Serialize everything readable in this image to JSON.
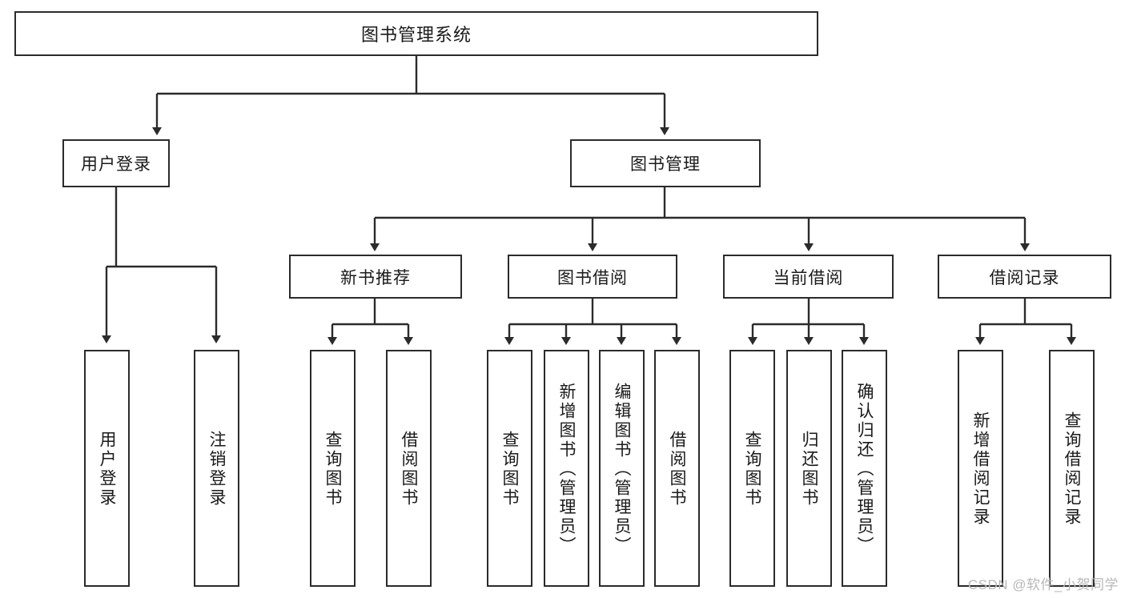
{
  "diagram": {
    "title": "图书管理系统",
    "type": "tree-hierarchy-diagram",
    "colors": {
      "stroke": "#2b2b2b",
      "fill": "#ffffff",
      "text": "#1a1a1a",
      "watermark": "#b8b8b8"
    },
    "root": {
      "label": "图书管理系统"
    },
    "level1": [
      {
        "label": "用户登录"
      },
      {
        "label": "图书管理"
      }
    ],
    "level2": [
      {
        "label": "新书推荐"
      },
      {
        "label": "图书借阅"
      },
      {
        "label": "当前借阅"
      },
      {
        "label": "借阅记录"
      }
    ],
    "leaves": {
      "user_login": [
        {
          "label": "用户登录"
        },
        {
          "label": "注销登录"
        }
      ],
      "new_book_recommend": [
        {
          "label": "查询图书"
        },
        {
          "label": "借阅图书"
        }
      ],
      "book_borrow": [
        {
          "label": "查询图书"
        },
        {
          "label": "新增图书（管理员）"
        },
        {
          "label": "编辑图书（管理员）"
        },
        {
          "label": "借阅图书"
        }
      ],
      "current_borrow": [
        {
          "label": "查询图书"
        },
        {
          "label": "归还图书"
        },
        {
          "label": "确认归还（管理员）"
        }
      ],
      "borrow_record": [
        {
          "label": "新增借阅记录"
        },
        {
          "label": "查询借阅记录"
        }
      ]
    },
    "watermark": "CSDN @软件_小贺同学"
  }
}
